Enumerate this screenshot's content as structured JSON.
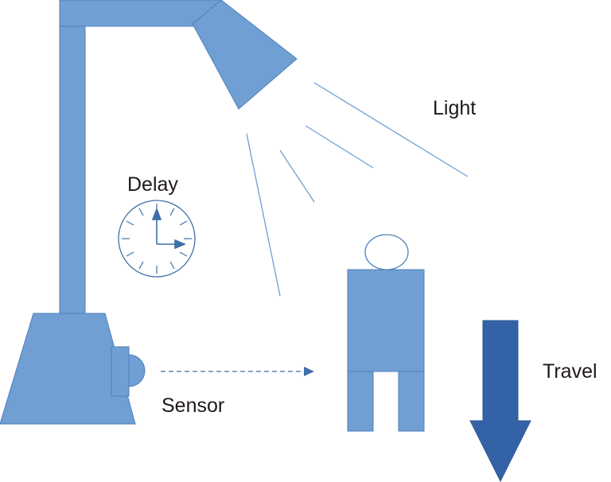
{
  "labels": {
    "light": "Light",
    "delay": "Delay",
    "sensor": "Sensor",
    "travel": "Travel"
  },
  "colors": {
    "fill": "#6f9fd3",
    "stroke": "#4f7fb8",
    "arrow": "#3363a6",
    "line": "#6f9fd3",
    "clock_stroke": "#3f6fa8",
    "text": "#1f1a17"
  }
}
